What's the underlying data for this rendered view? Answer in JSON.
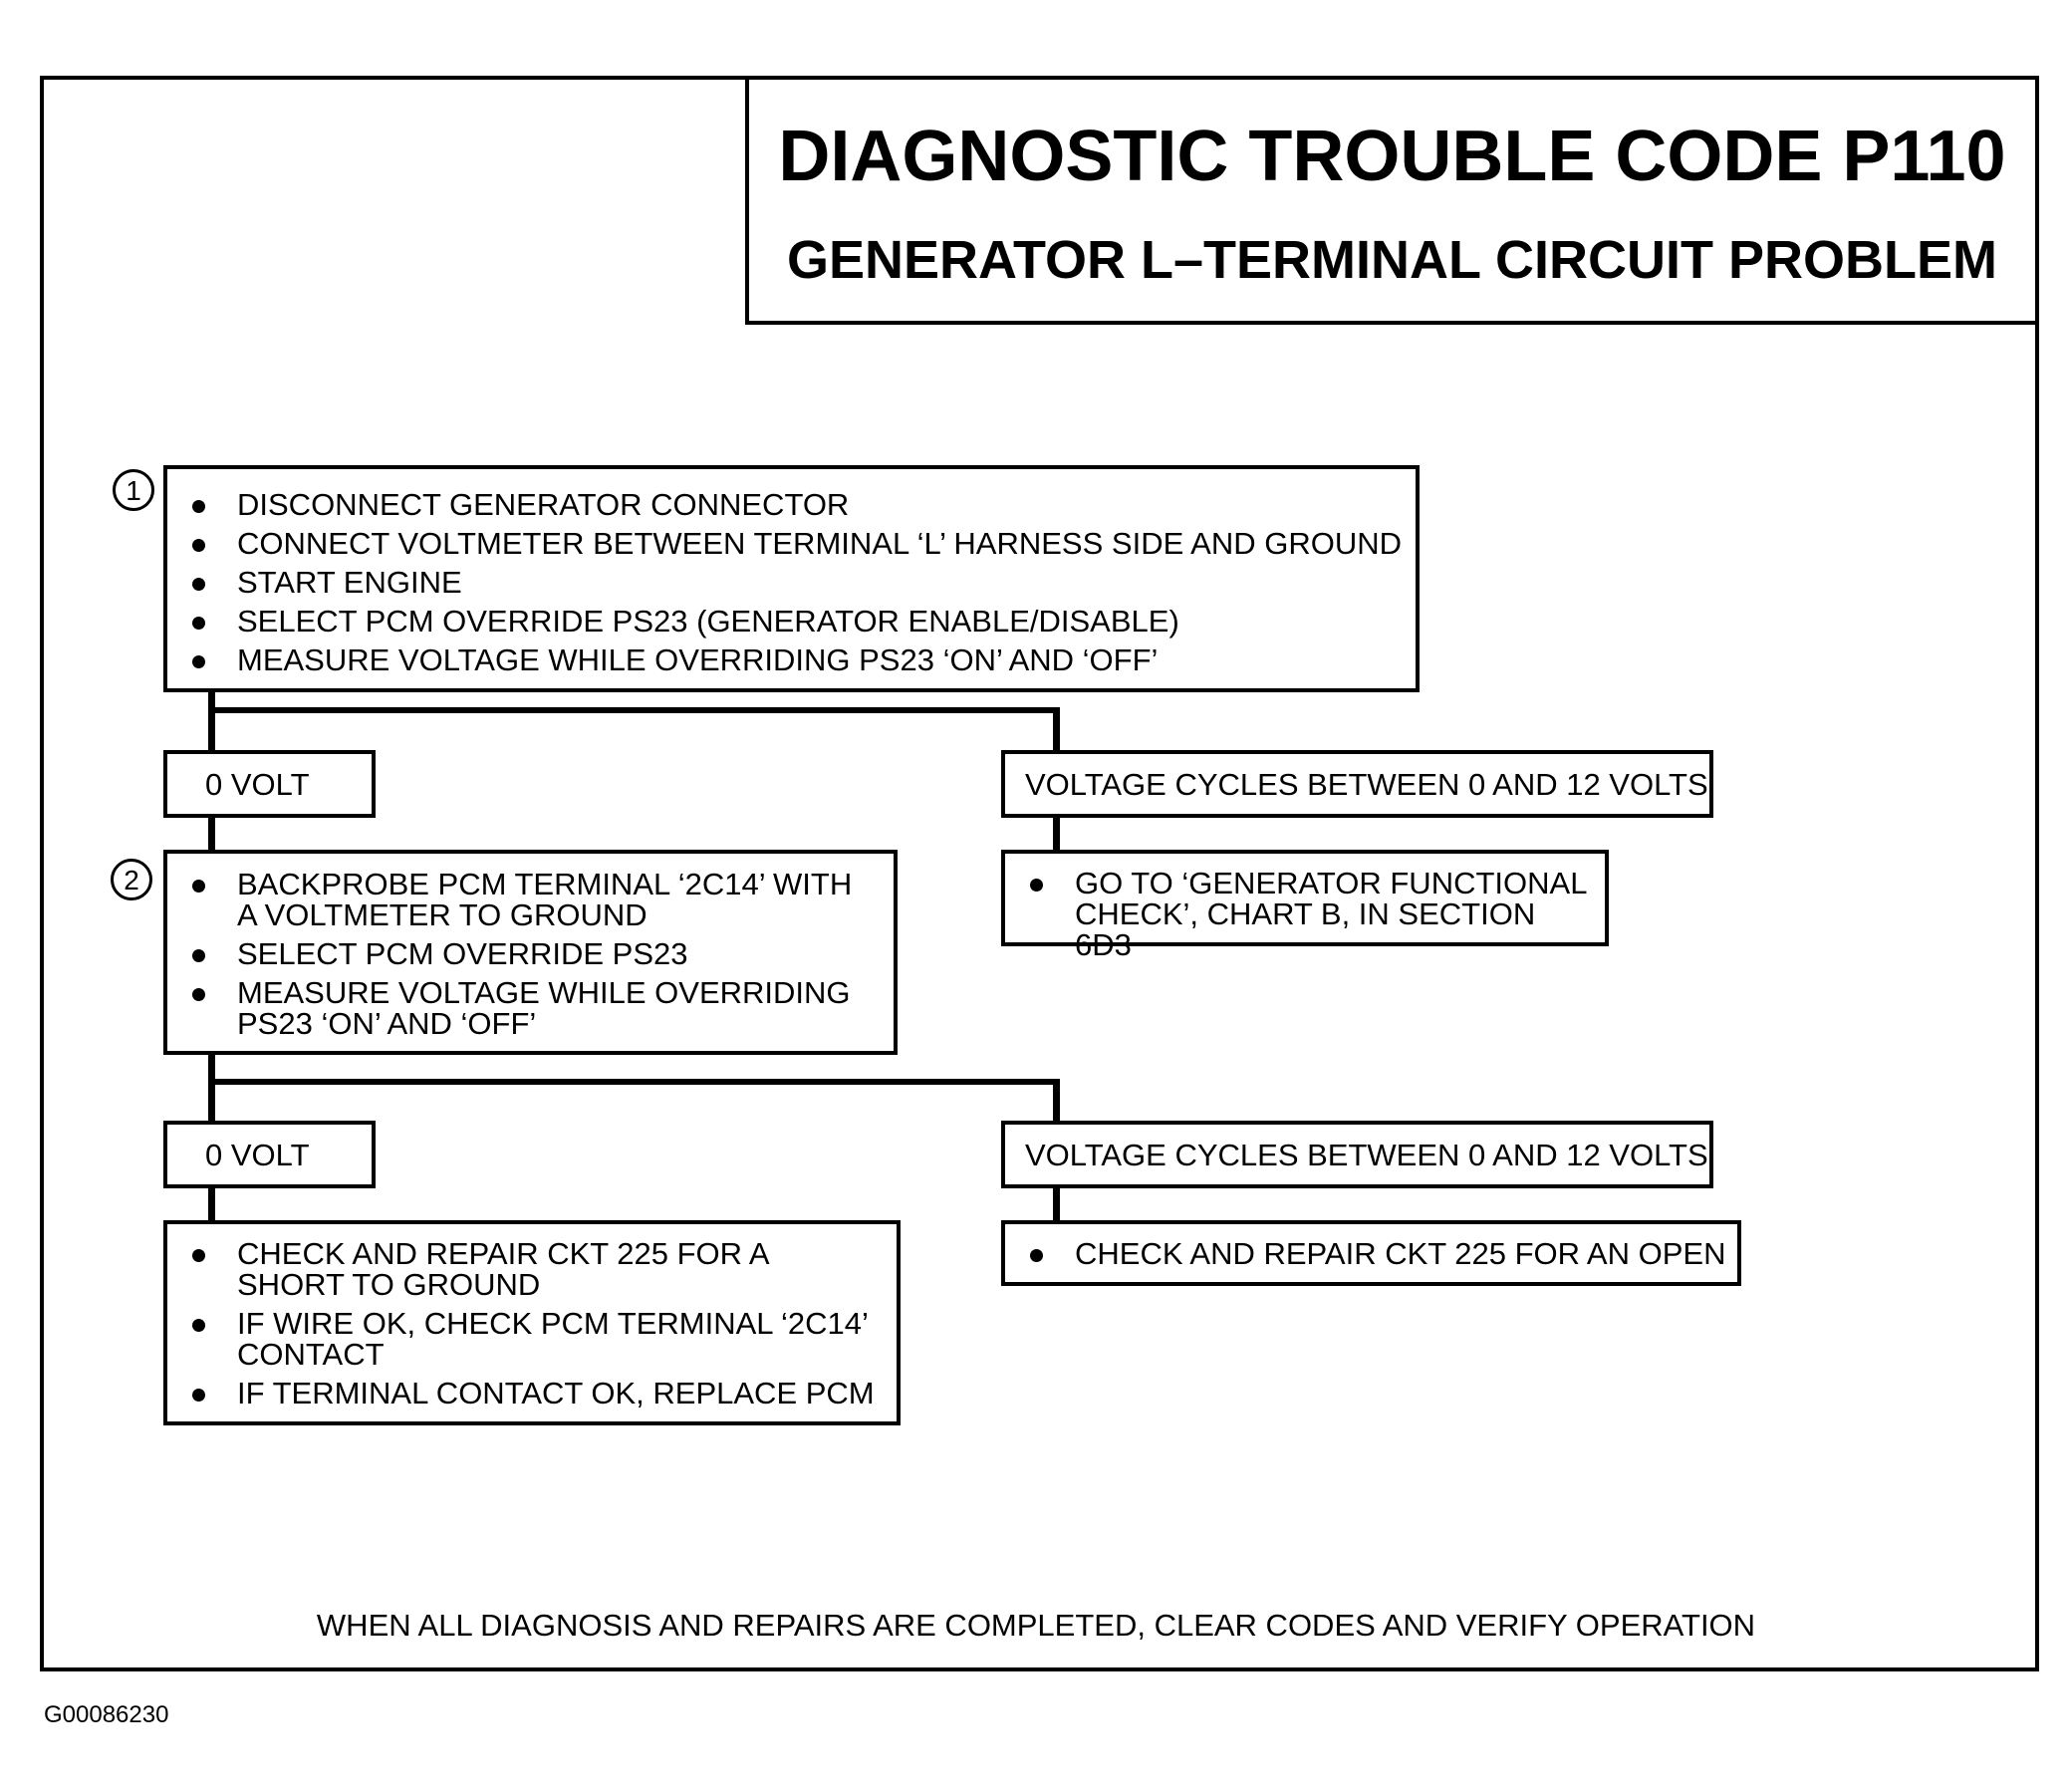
{
  "title": {
    "main": "DIAGNOSTIC TROUBLE CODE P110",
    "sub": "GENERATOR L–TERMINAL CIRCUIT PROBLEM"
  },
  "step1": {
    "number": "1",
    "items": [
      "DISCONNECT GENERATOR CONNECTOR",
      "CONNECT VOLTMETER BETWEEN TERMINAL ‘L’ HARNESS SIDE AND GROUND",
      "START ENGINE",
      "SELECT PCM OVERRIDE PS23 (GENERATOR ENABLE/DISABLE)",
      "MEASURE VOLTAGE WHILE OVERRIDING PS23 ‘ON’ AND ‘OFF’"
    ]
  },
  "branch1": {
    "left_label": "0 VOLT",
    "right_label": "VOLTAGE CYCLES BETWEEN 0 AND 12 VOLTS",
    "right_action": "GO TO ‘GENERATOR FUNCTIONAL CHECK’, CHART B, IN SECTION 6D3"
  },
  "step2": {
    "number": "2",
    "items": [
      "BACKPROBE PCM TERMINAL ‘2C14’ WITH A VOLTMETER TO GROUND",
      "SELECT PCM OVERRIDE PS23",
      "MEASURE VOLTAGE WHILE OVERRIDING PS23 ‘ON’ AND ‘OFF’"
    ]
  },
  "branch2": {
    "left_label": "0 VOLT",
    "right_label": "VOLTAGE CYCLES BETWEEN 0 AND 12 VOLTS",
    "left_actions": [
      "CHECK AND REPAIR CKT 225 FOR A SHORT TO GROUND",
      "IF WIRE OK, CHECK PCM TERMINAL ‘2C14’ CONTACT",
      "IF TERMINAL CONTACT OK, REPLACE PCM"
    ],
    "right_action": "CHECK AND REPAIR CKT 225 FOR AN OPEN"
  },
  "footer": "WHEN ALL DIAGNOSIS AND REPAIRS ARE COMPLETED, CLEAR CODES AND VERIFY OPERATION",
  "image_code": "G00086230"
}
